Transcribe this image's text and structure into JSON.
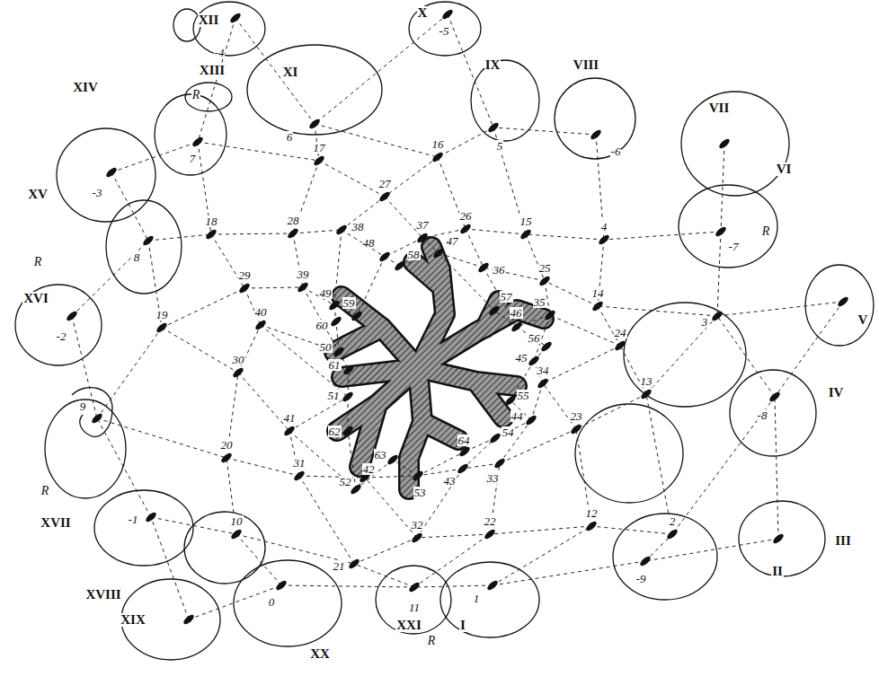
{
  "diagram": {
    "labels": [
      "XII",
      "-4",
      "X",
      "-5",
      "IX",
      "XI",
      "6",
      "XIII",
      "R",
      "VIII",
      "5",
      "-6",
      "VII",
      "XIV",
      "-3",
      "7",
      "17",
      "16",
      "27",
      "VI",
      "XV",
      "-7",
      "4",
      "15",
      "26",
      "37",
      "38",
      "48",
      "58",
      "47",
      "28",
      "18",
      "8",
      "36",
      "25",
      "39",
      "49",
      "59",
      "29",
      "14",
      "57",
      "46",
      "35",
      "60",
      "50",
      "40",
      "19",
      "XVI",
      "-2",
      "3",
      "V",
      "24",
      "61",
      "56",
      "45",
      "34",
      "13",
      "30",
      "51",
      "55",
      "9",
      "IV",
      "-8",
      "44",
      "23",
      "62",
      "54",
      "41",
      "20",
      "64",
      "63",
      "42",
      "52",
      "53",
      "43",
      "33",
      "31",
      "XVII",
      "R",
      "-1",
      "10",
      "12",
      "2",
      "32",
      "22",
      "XVIII",
      "III",
      "II",
      "-9",
      "21",
      "XIX",
      "11",
      "1",
      "0",
      "XXI",
      "I",
      "XX",
      "R",
      "R",
      "R"
    ]
  }
}
